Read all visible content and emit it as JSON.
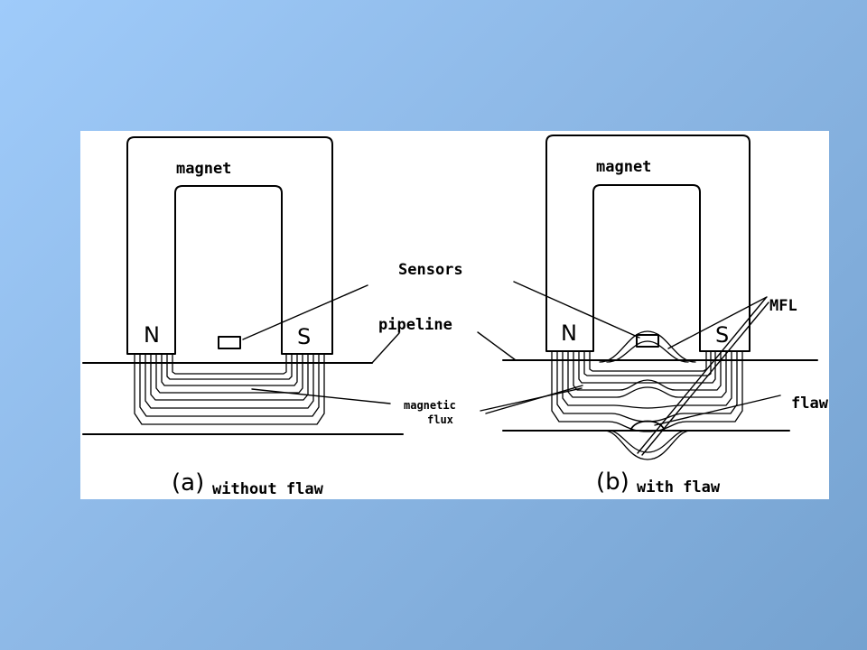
{
  "diagram": {
    "labels": {
      "magnet_a": "magnet",
      "magnet_b": "magnet",
      "north_a": "N",
      "south_a": "S",
      "north_b": "N",
      "south_b": "S",
      "sensors": "Sensors",
      "pipeline": "pipeline",
      "magnetic_flux_line1": "magnetic",
      "magnetic_flux_line2": "flux",
      "mfl": "MFL",
      "flaw": "flaw"
    },
    "captions": {
      "a_letter": "(a)",
      "a_text": "without flaw",
      "b_letter": "(b)",
      "b_text": "with flaw"
    },
    "colors": {
      "background_top": "#9fcbfa",
      "background_bottom": "#75a2d0",
      "figure_bg": "#ffffff",
      "ink": "#000000"
    }
  }
}
